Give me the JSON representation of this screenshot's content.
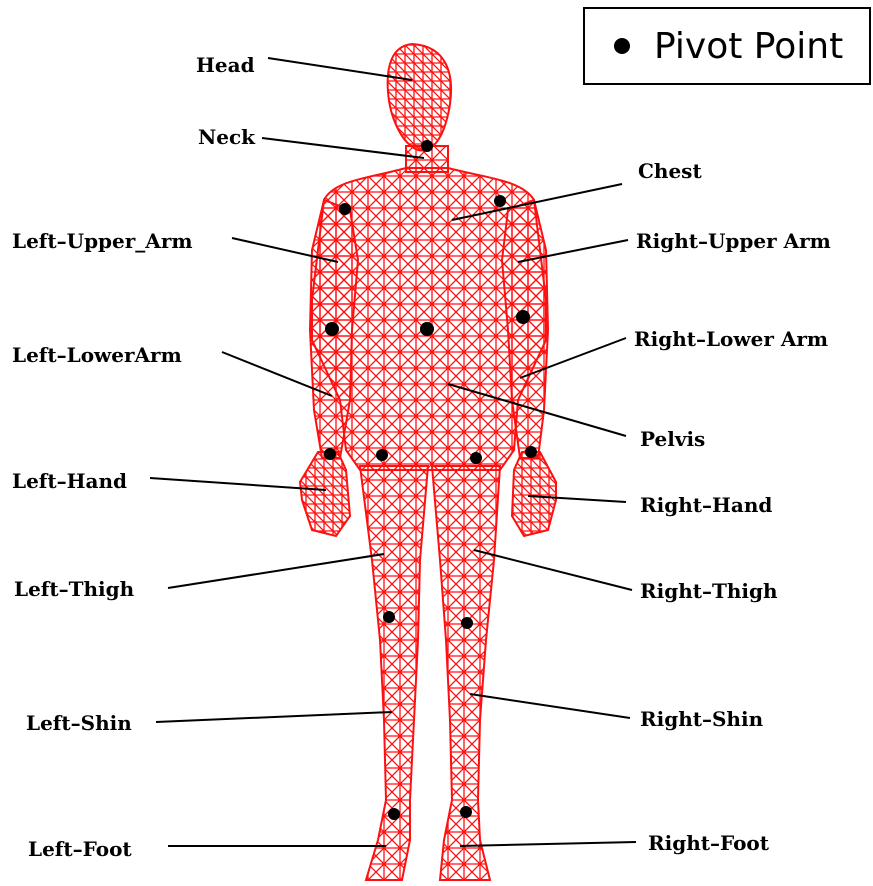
{
  "legend": {
    "symbol_icon": "filled-circle-icon",
    "label": "Pivot Point"
  },
  "colors": {
    "mesh": "#ff1010",
    "pivot": "#000000",
    "background": "#ffffff"
  },
  "labels": {
    "head": "Head",
    "neck": "Neck",
    "chest": "Chest",
    "left_upper_arm": "Left–Upper_Arm",
    "right_upper_arm": "Right–Upper Arm",
    "left_lower_arm": "Left–LowerArm",
    "right_lower_arm": "Right–Lower Arm",
    "pelvis": "Pelvis",
    "left_hand": "Left–Hand",
    "right_hand": "Right–Hand",
    "left_thigh": "Left–Thigh",
    "right_thigh": "Right–Thigh",
    "left_shin": "Left–Shin",
    "right_shin": "Right–Shin",
    "left_foot": "Left–Foot",
    "right_foot": "Right–Foot"
  }
}
